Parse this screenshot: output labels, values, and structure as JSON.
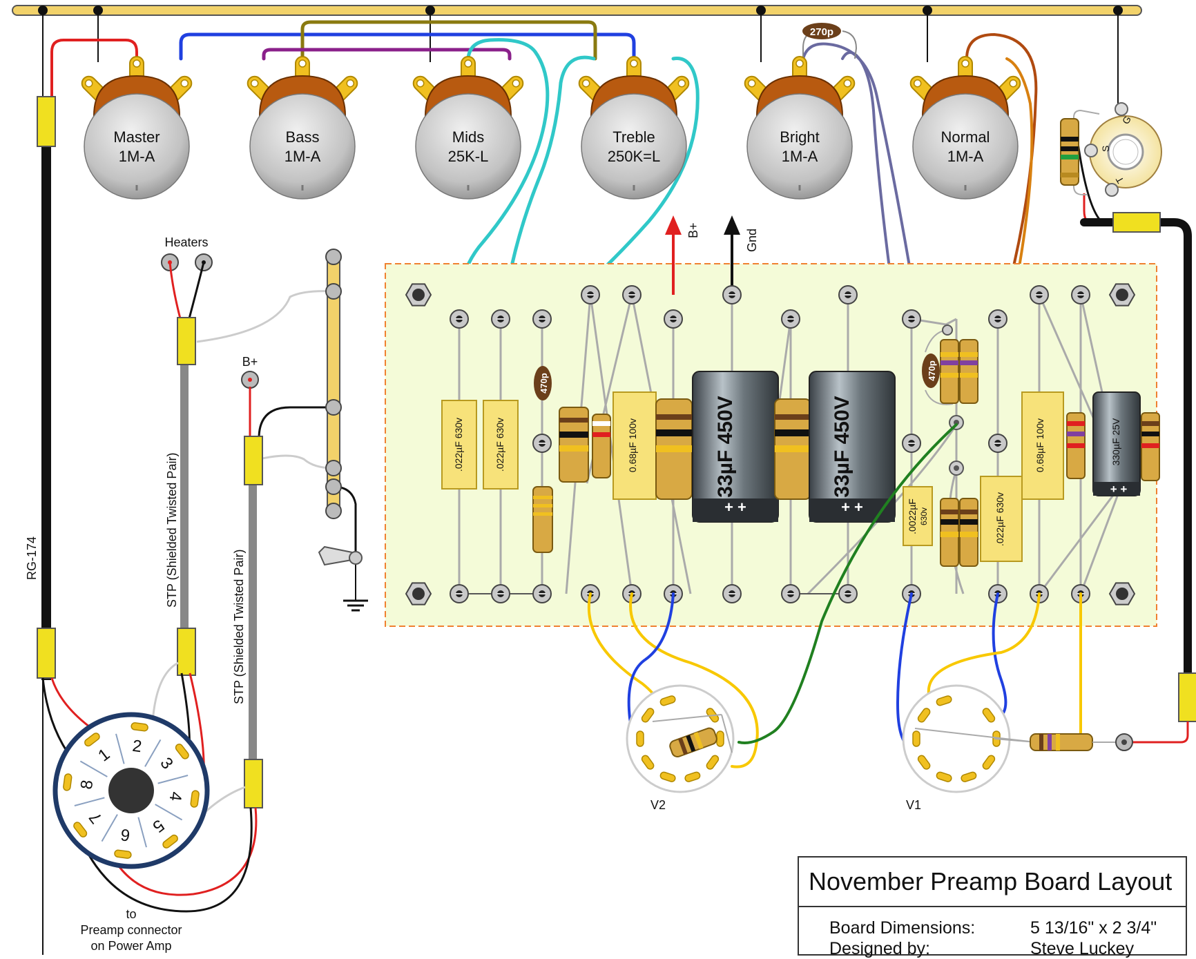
{
  "pots": [
    {
      "name": "Master",
      "value": "1M-A"
    },
    {
      "name": "Bass",
      "value": "1M-A"
    },
    {
      "name": "Mids",
      "value": "25K-L"
    },
    {
      "name": "Treble",
      "value": "250K=L"
    },
    {
      "name": "Bright",
      "value": "1M-A"
    },
    {
      "name": "Normal",
      "value": "1M-A"
    }
  ],
  "jack_lugs": [
    "G",
    "S",
    "T"
  ],
  "labels": {
    "heaters": "Heaters",
    "bplus_left": "B+",
    "bplus_arrow": "B+",
    "gnd_arrow": "Gnd",
    "rg174": "RG-174",
    "stp1": "STP (Shielded Twisted Pair)",
    "stp2": "STP (Shielded Twisted Pair)",
    "v1": "V1",
    "v2": "V2",
    "to_line1": "to",
    "to_line2": "Preamp connector",
    "to_line3": "on Power Amp"
  },
  "components": {
    "cap_270p": "270p",
    "cap_470p_a": "470p",
    "cap_470p_b": "470p",
    "cap_022_a": ".022µF 630v",
    "cap_022_b": ".022µF 630v",
    "cap_068_a": "0.68µF 100v",
    "cap_33_a": "33µF 450V",
    "cap_33_b": "33µF 450V",
    "cap_0022_line1": ".0022µF",
    "cap_0022_line2": "630v",
    "cap_022_c": ".022µF 630v",
    "cap_068_b": "0.68µF 100v",
    "cap_330": "330µF 25V",
    "plus_signs": "+ +"
  },
  "socket_pins": [
    "1",
    "2",
    "3",
    "4",
    "5",
    "6",
    "7",
    "8"
  ],
  "title_block": {
    "title": "November Preamp Board Layout",
    "rows": [
      {
        "label": "Board Dimensions:",
        "value": "5 13/16\" x 2 3/4\""
      },
      {
        "label": "Designed by:",
        "value": "Steve Luckey"
      }
    ]
  },
  "colors": {
    "board": "#f4fbd8",
    "board_border": "#f08030",
    "bus": "#f2d26a",
    "pot_body": "#c4c4c4",
    "pot_cap": "#b85a10",
    "lug": "#f0c020",
    "wire_red": "#e02020",
    "wire_blue": "#2040e0",
    "wire_cyan": "#30c8c8",
    "wire_olive": "#8a7a10",
    "wire_purple": "#8a208a",
    "wire_slate": "#6a6aa0",
    "wire_brown": "#b04a10",
    "wire_orange": "#d88010",
    "wire_yellow": "#f8c800",
    "wire_green": "#208020",
    "cap_yellow": "#f7e27a",
    "electrolytic": "#606a70"
  }
}
